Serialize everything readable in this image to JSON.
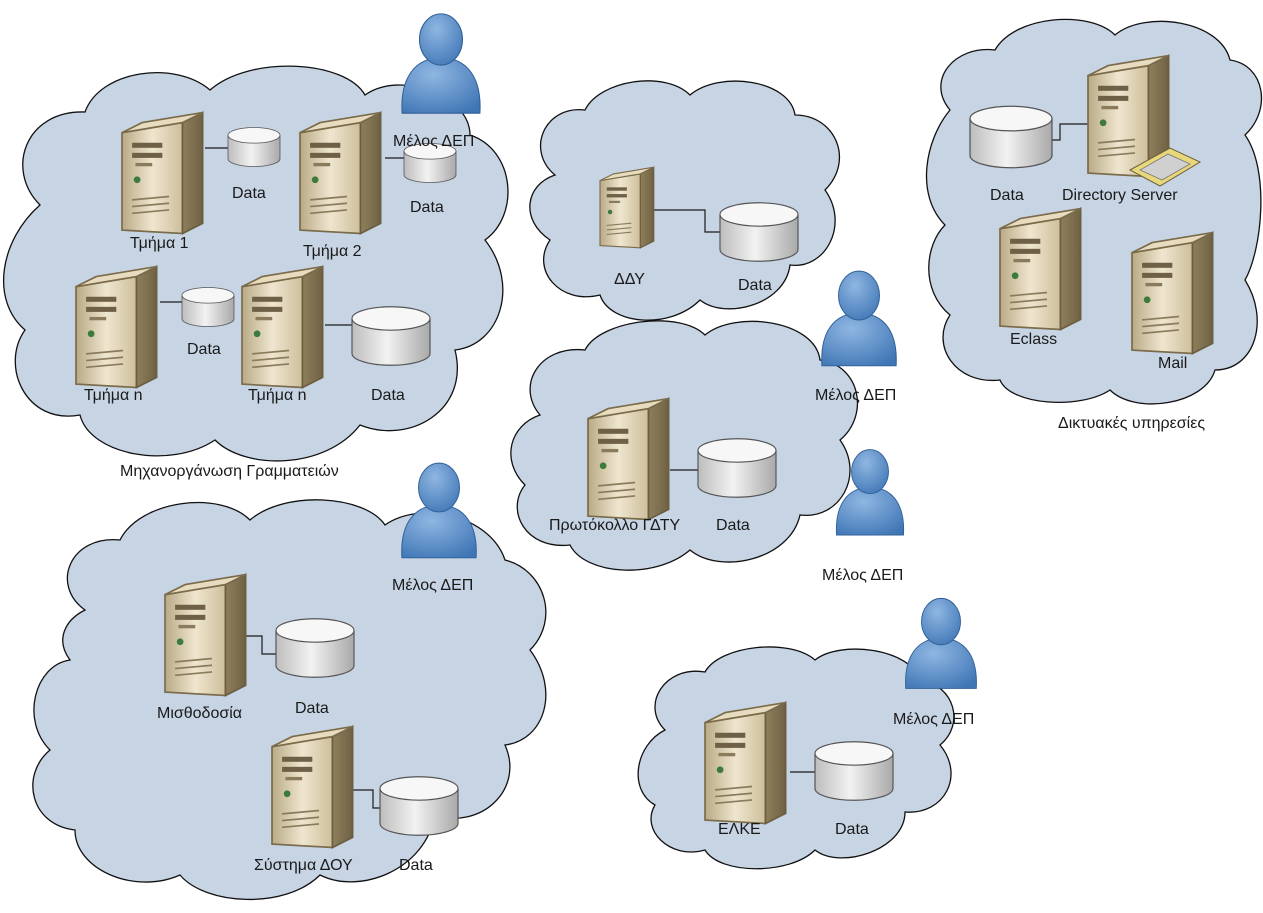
{
  "colors": {
    "cloud_fill": "#c7d4e4",
    "cloud_stroke": "#111111",
    "person_fill": "#5b8fcb",
    "server_fill": "#d9ccb0",
    "disk_fill": "#e6e6e6"
  },
  "clouds": {
    "secretariats": {
      "caption": "Μηχανοργάνωση Γραμματειών",
      "server_1": "Τμήμα 1",
      "server_2": "Τμήμα 2",
      "server_3": "Τμήμα n",
      "server_4": "Τμήμα n",
      "data": "Data"
    },
    "ddy": {
      "server": "ΔΔΥ",
      "data": "Data"
    },
    "protocol": {
      "server": "Πρωτόκολλο ΓΔΤΥ",
      "data": "Data"
    },
    "network_services": {
      "caption": "Δικτυακές υπηρεσίες",
      "directory": "Directory Server",
      "eclass": "Eclass",
      "mail": "Mail",
      "data": "Data"
    },
    "payroll": {
      "server_1": "Μισθοδοσία",
      "server_2": "Σύστημα ΔΟΥ",
      "data": "Data"
    },
    "elke": {
      "server": "ΕΛΚΕ",
      "data": "Data"
    }
  },
  "member_label": "Μέλος ΔΕΠ"
}
